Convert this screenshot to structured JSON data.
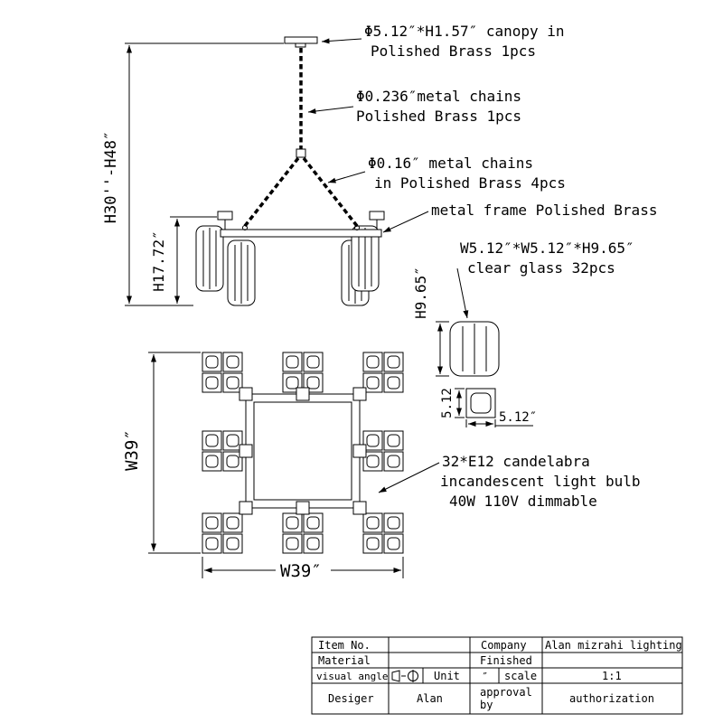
{
  "annotations": {
    "canopy": {
      "line1": "Φ5.12″*H1.57″ canopy in",
      "line2": "Polished Brass 1pcs"
    },
    "main_chain": {
      "line1": "Φ0.236″metal chains",
      "line2": "Polished Brass 1pcs"
    },
    "branch_chains": {
      "line1": "Φ0.16″ metal chains",
      "line2": "in Polished Brass 4pcs"
    },
    "frame": {
      "line1": "metal frame Polished Brass"
    },
    "glass": {
      "line1": "W5.12″*W5.12″*H9.65″",
      "line2": "clear glass 32pcs"
    },
    "bulb": {
      "line1": "32*E12 candelabra",
      "line2": "incandescent light bulb",
      "line3": "40W 110V dimmable"
    }
  },
  "dimensions": {
    "overall_height": "H30''-H48″",
    "body_height": "H17.72″",
    "glass_height": "H9.65″",
    "glass_width_side": "5.12",
    "glass_width_bottom": "5.12″",
    "plan_width": "W39″",
    "plan_depth": "W39″"
  },
  "title_block": {
    "item_no_label": "Item No.",
    "company_label": "Company",
    "company_value": "Alan mizrahi lighting",
    "material_label": "Material",
    "finished_label": "Finished",
    "visual_angle_label": "visual angle",
    "unit_label": "Unit",
    "unit_value": "″",
    "scale_label": "scale",
    "scale_value": "1:1",
    "designer_label": "Desiger",
    "designer_value": "Alan",
    "approval_label_line1": "approval",
    "approval_label_line2": "by",
    "authorization_label": "authorization"
  },
  "colors": {
    "line": "#000000",
    "background": "#ffffff"
  }
}
